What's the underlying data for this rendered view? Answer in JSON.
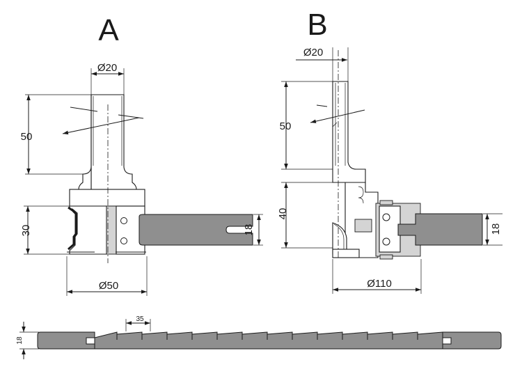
{
  "figure_a": {
    "label": "A",
    "shank_diameter": "Ø20",
    "shank_length": "50",
    "cut_height": "30",
    "board_thickness": "18",
    "cutter_diameter": "Ø50"
  },
  "figure_b": {
    "label": "B",
    "shank_diameter": "Ø20",
    "shank_length": "50",
    "cut_height": "40",
    "board_thickness": "18",
    "cutter_diameter": "Ø110"
  },
  "joint": {
    "board_thickness": "18",
    "finger_pitch": "35"
  },
  "colors": {
    "line": "#1a1a1a",
    "board": "#8f8f8f",
    "insert": "#d4d4d4"
  }
}
